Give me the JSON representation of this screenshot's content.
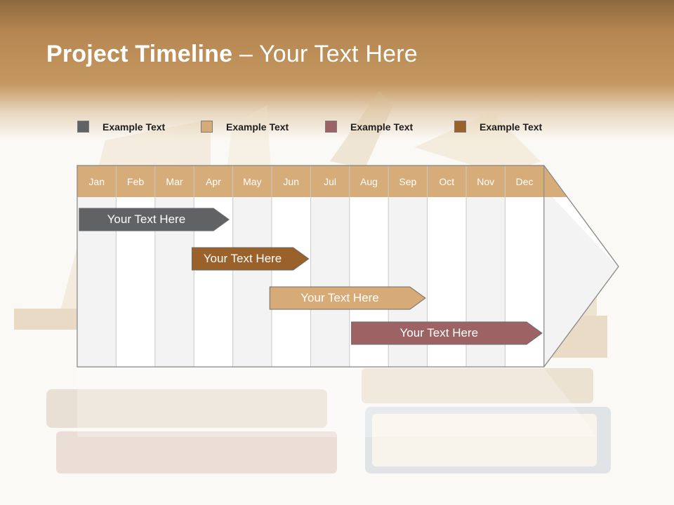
{
  "title": {
    "bold": "Project Timeline",
    "rest": " – Your Text Here"
  },
  "legend": [
    {
      "label": "Example Text",
      "color": "#616264"
    },
    {
      "label": "Example Text",
      "color": "#d7ab77"
    },
    {
      "label": "Example Text",
      "color": "#9d6364"
    },
    {
      "label": "Example Text",
      "color": "#9b612a"
    }
  ],
  "chart_data": {
    "type": "timeline",
    "months": [
      "Jan",
      "Feb",
      "Mar",
      "Apr",
      "May",
      "Jun",
      "Jul",
      "Aug",
      "Sep",
      "Oct",
      "Nov",
      "Dec"
    ],
    "tasks": [
      {
        "label": "Your  Text Here",
        "start_month": 1.05,
        "end_month": 4.9,
        "color": "#616264"
      },
      {
        "label": "Your  Text Here",
        "start_month": 3.95,
        "end_month": 6.95,
        "color": "#9b612a"
      },
      {
        "label": "Your  Text Here",
        "start_month": 5.95,
        "end_month": 9.95,
        "color": "#d7ab77"
      },
      {
        "label": "Your  Text Here",
        "start_month": 8.05,
        "end_month": 12.95,
        "color": "#9d6364"
      }
    ]
  },
  "colors": {
    "header_band": "#d6ac78",
    "column_light": "#f3f3f3",
    "column_white": "#ffffff"
  }
}
